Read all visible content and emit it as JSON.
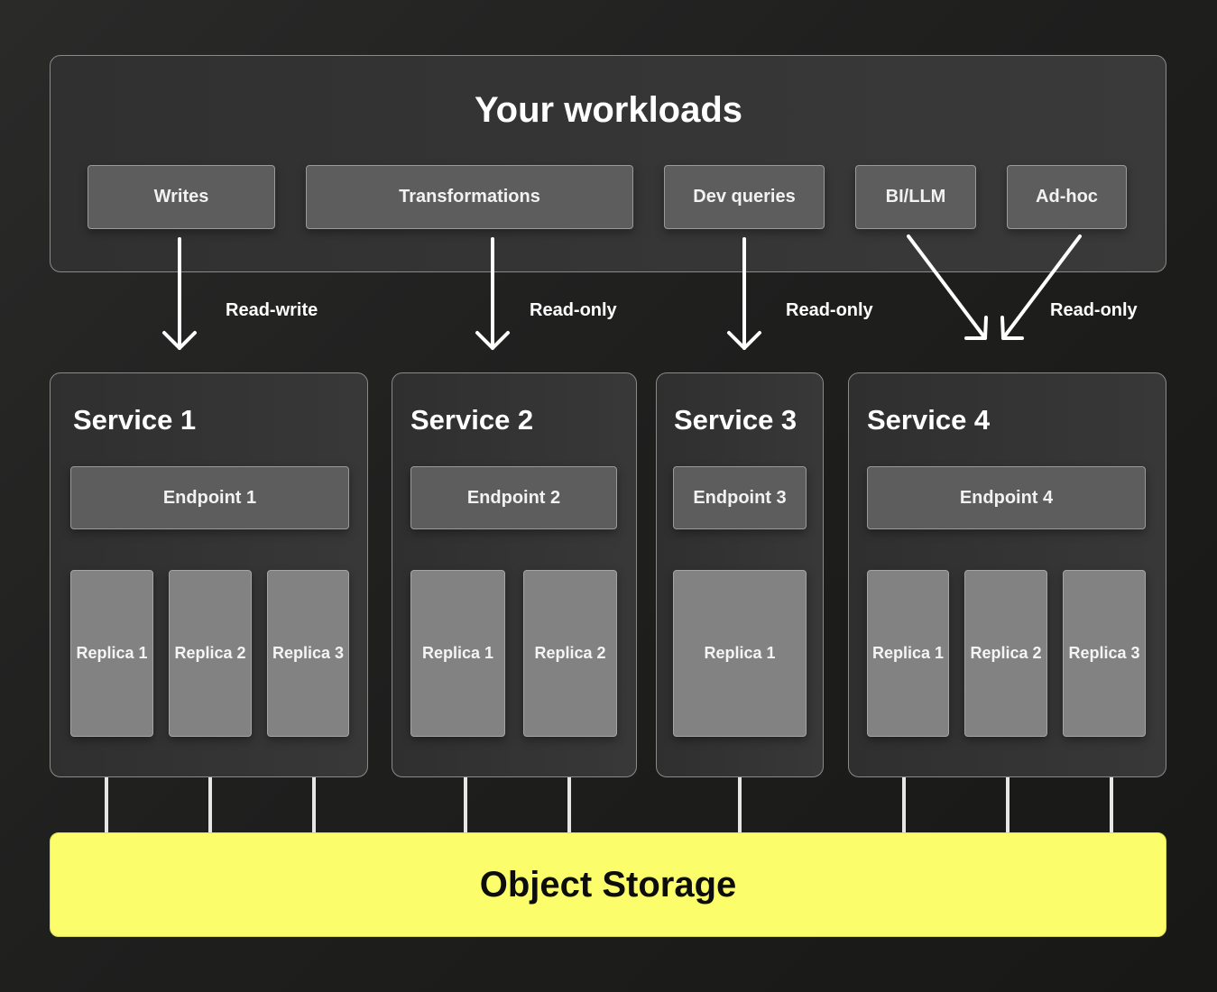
{
  "workloads": {
    "title": "Your workloads",
    "items": [
      "Writes",
      "Transformations",
      "Dev queries",
      "BI/LLM",
      "Ad-hoc"
    ]
  },
  "edges": {
    "read_write": "Read-write",
    "read_only_2": "Read-only",
    "read_only_3": "Read-only",
    "read_only_4": "Read-only"
  },
  "services": [
    {
      "title": "Service 1",
      "endpoint": "Endpoint 1",
      "replicas": [
        "Replica 1",
        "Replica 2",
        "Replica 3"
      ]
    },
    {
      "title": "Service 2",
      "endpoint": "Endpoint 2",
      "replicas": [
        "Replica 1",
        "Replica 2"
      ]
    },
    {
      "title": "Service 3",
      "endpoint": "Endpoint 3",
      "replicas": [
        "Replica 1"
      ]
    },
    {
      "title": "Service 4",
      "endpoint": "Endpoint 4",
      "replicas": [
        "Replica 1",
        "Replica 2",
        "Replica 3"
      ]
    }
  ],
  "storage": {
    "label": "Object Storage"
  },
  "colors": {
    "background": "#1f1f1e",
    "panel": "#343434",
    "chip": "#5d5d5d",
    "replica": "#828282",
    "storage": "#fbfe6a"
  }
}
